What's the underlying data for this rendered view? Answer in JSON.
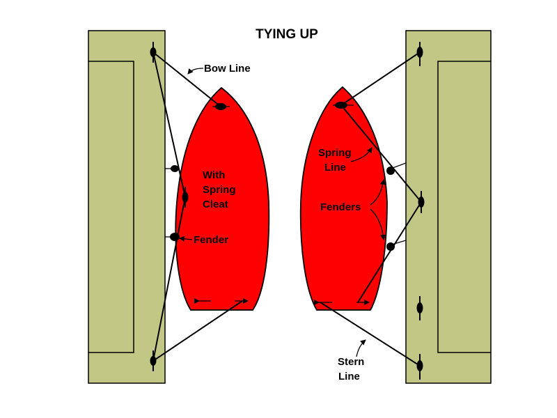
{
  "title": "TYING UP",
  "labels": {
    "bow_line": "Bow Line",
    "with_spring_cleat": [
      "With",
      "Spring",
      "Cleat"
    ],
    "fender": "Fender",
    "spring_line": [
      "Spring",
      "Line"
    ],
    "fenders": "Fenders",
    "stern_line": [
      "Stern",
      "Line"
    ]
  },
  "colors": {
    "dock": "#c2c785",
    "boat": "#ff0000",
    "outline": "#000000",
    "background": "#ffffff"
  }
}
